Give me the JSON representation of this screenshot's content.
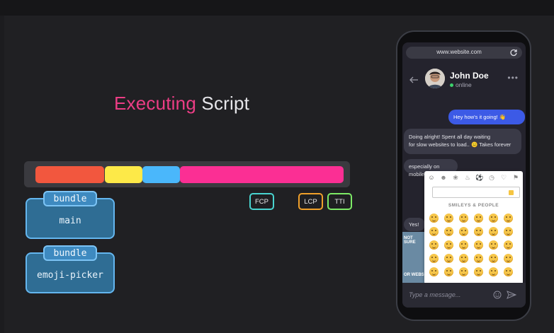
{
  "slide": {
    "title_accent": "Executing",
    "title_rest": " Script"
  },
  "timeline": {
    "segments": [
      {
        "name": "red",
        "color": "#f2573e"
      },
      {
        "name": "yellow",
        "color": "#fde948"
      },
      {
        "name": "blue",
        "color": "#4ab7fb"
      },
      {
        "name": "pink",
        "color": "#fb2f94"
      }
    ]
  },
  "bundles": [
    {
      "tag": "bundle",
      "name": "main"
    },
    {
      "tag": "bundle",
      "name": "emoji-picker"
    }
  ],
  "metrics": [
    {
      "label": "FCP",
      "color": "#49d4d0"
    },
    {
      "label": "LCP",
      "color": "#f0a02a"
    },
    {
      "label": "TTI",
      "color": "#7dea66"
    }
  ],
  "phone": {
    "url": "www.website.com",
    "contact": {
      "name": "John Doe",
      "status": "online"
    },
    "messages": [
      {
        "direction": "out",
        "text": "Hey how's it going! 👋"
      },
      {
        "direction": "in",
        "lines": [
          "Doing alright!  Spent all day waiting",
          "for slow websites to load.. 😑 Takes forever"
        ]
      },
      {
        "direction": "in",
        "text": "especially on mobile..."
      },
      {
        "direction": "in",
        "text": "Yes!"
      }
    ],
    "meme": {
      "top": "NOT SURE",
      "bottom": "OR WEBS"
    },
    "emoji_picker": {
      "section": "SMILEYS & PEOPLE",
      "category_icons": [
        "smiley-icon",
        "people-icon",
        "animal-icon",
        "food-icon",
        "soccer-icon",
        "clock-icon",
        "heart-icon",
        "flag-icon"
      ],
      "emoji_count": 30
    },
    "composer": {
      "placeholder": "Type a message..."
    }
  }
}
